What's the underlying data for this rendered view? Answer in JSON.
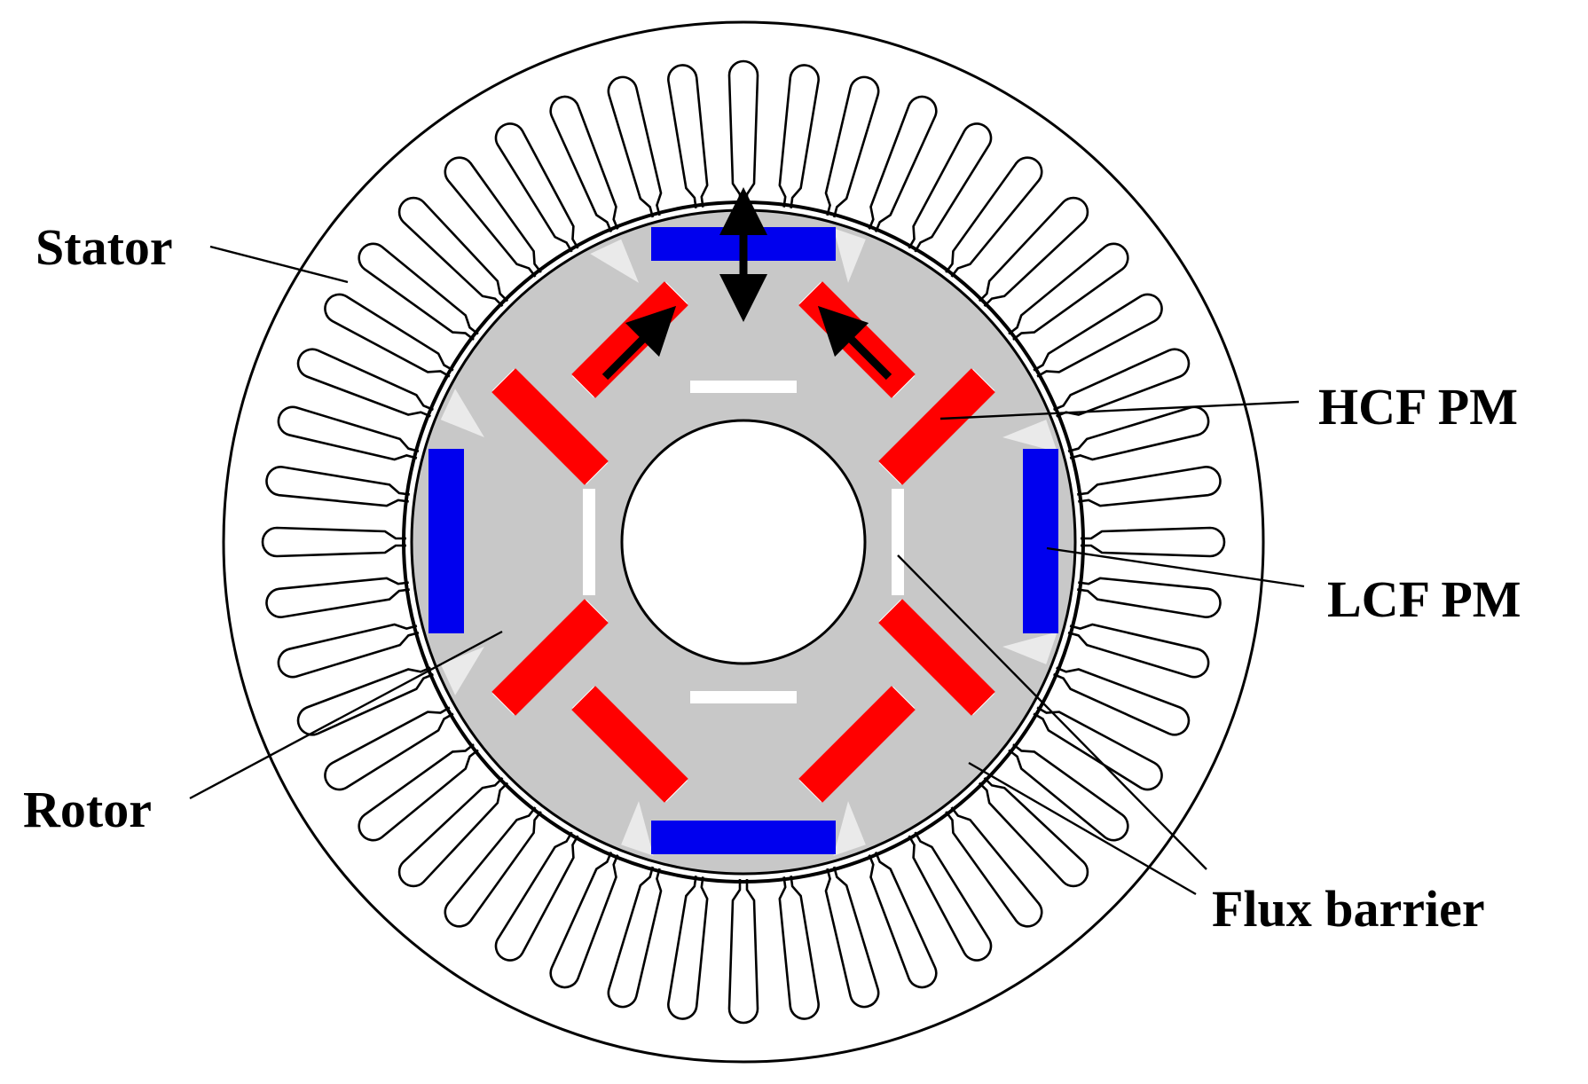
{
  "labels": {
    "stator": "Stator",
    "rotor": "Rotor",
    "hcf_pm": "HCF PM",
    "lcf_pm": "LCF PM",
    "flux_barrier": "Flux barrier"
  },
  "colors": {
    "rotor_core": "#c8c8c8",
    "hcf_pm": "#ff0000",
    "lcf_pm": "#0000ee",
    "flux_barrier": "#ffffff",
    "stator_outline": "#000000",
    "arrow": "#000000"
  },
  "stator_slot_count": 48,
  "lcf_pm_count": 4,
  "hcf_pm_count": 8
}
